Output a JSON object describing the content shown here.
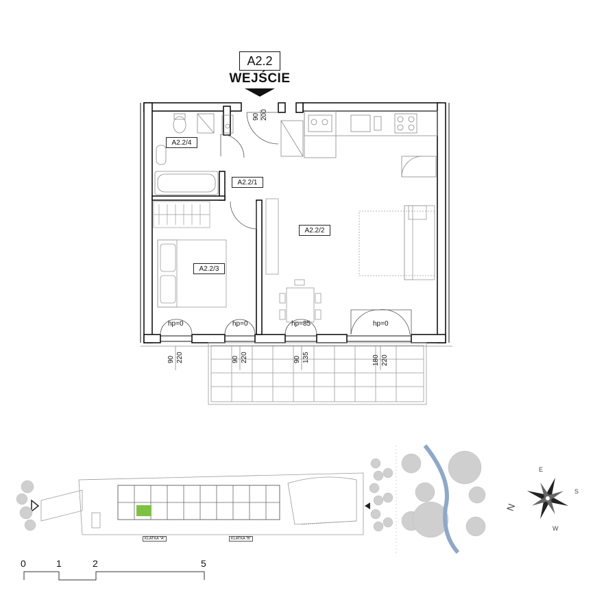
{
  "unit": {
    "code": "A2.2",
    "entrance_label": "WEJŚCIE"
  },
  "rooms": [
    {
      "id": "A2.2/1"
    },
    {
      "id": "A2.2/2"
    },
    {
      "id": "A2.2/3"
    },
    {
      "id": "A2.2/4"
    }
  ],
  "thresholds": [
    "hp=0",
    "hp=0",
    "hp=85",
    "hp=0"
  ],
  "openings": {
    "entrance_door": {
      "width": "90",
      "height": "200"
    },
    "bottom": [
      {
        "width": "90",
        "height": "220"
      },
      {
        "width": "90",
        "height": "220"
      },
      {
        "width": "90",
        "height": "135"
      },
      {
        "width": "180",
        "height": "220"
      }
    ]
  },
  "site_plan": {
    "stair_a": "KLATKA \"A\"",
    "stair_b": "KLATKA \"B\""
  },
  "scale_bar": {
    "marks": [
      "0",
      "1",
      "2",
      "5"
    ]
  },
  "compass": {
    "letters": [
      "N",
      "E",
      "S",
      "W"
    ]
  },
  "colors": {
    "highlight": "#7dc242",
    "river": "#8fa8c8",
    "tree": "#c9c9c9"
  }
}
